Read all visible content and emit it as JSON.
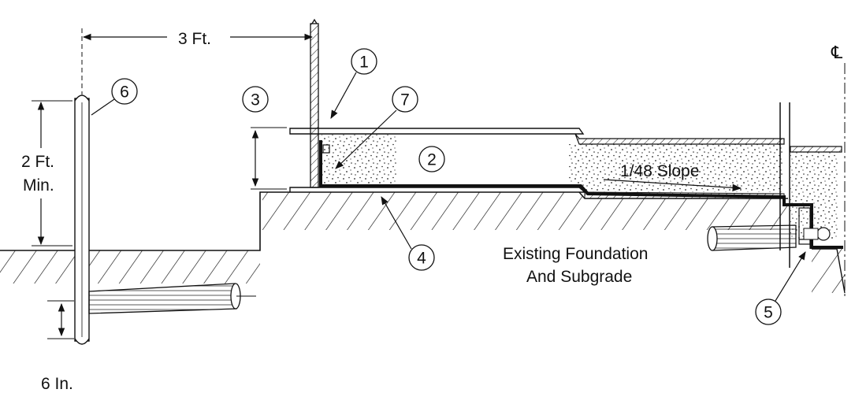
{
  "drawing": {
    "centerline_symbol": "℄",
    "colors": {
      "line": "#111111",
      "background": "#ffffff"
    },
    "dimensions": {
      "horizontal_offset": "3 Ft.",
      "height_line1": "2 Ft.",
      "height_line2": "Min.",
      "bottom_offset": "6 In."
    },
    "notes": {
      "slope": "1/48 Slope",
      "foundation_line1": "Existing Foundation",
      "foundation_line2": "And Subgrade"
    },
    "callouts": [
      "1",
      "2",
      "3",
      "4",
      "5",
      "6",
      "7"
    ]
  }
}
